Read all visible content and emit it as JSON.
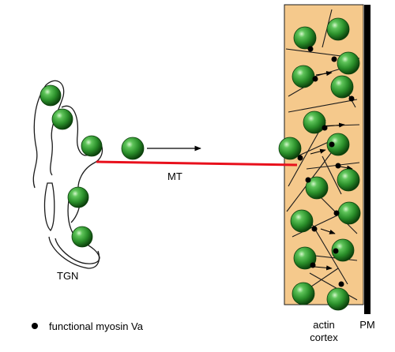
{
  "labels": {
    "tgn": "TGN",
    "mt": "MT",
    "actin_line1": "actin",
    "actin_line2": "cortex",
    "pm": "PM"
  },
  "legend": {
    "text": "functional myosin Va"
  },
  "colors": {
    "cortex_fill": "#f5c98c",
    "microtubule": "#e8101c",
    "vesicle_dark": "#0e4a0e",
    "vesicle_mid": "#2f9a2f",
    "vesicle_light": "#c9f5c0",
    "membrane": "#000000"
  }
}
